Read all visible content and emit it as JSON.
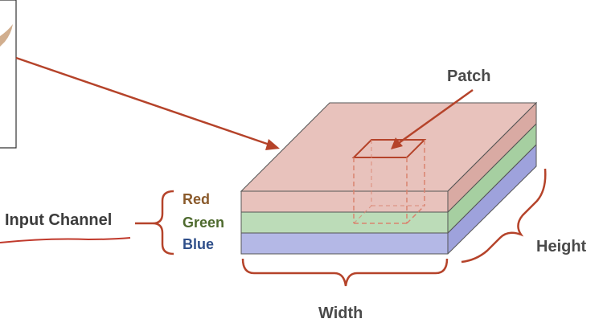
{
  "labels": {
    "input_channel": "Input Channel",
    "red": "Red",
    "green": "Green",
    "blue": "Blue",
    "patch": "Patch",
    "height": "Height",
    "width": "Width"
  },
  "colors": {
    "red_layer": "#e8c2bc",
    "red_side": "#d9aaa3",
    "green_layer": "#bcdcb8",
    "green_side": "#a6cfa1",
    "blue_layer": "#b4b8e6",
    "blue_side": "#9ea2dc",
    "accent": "#b5432a",
    "red_text": "#8a5a2b",
    "green_text": "#4e6a2e",
    "blue_text": "#2f4f8a",
    "text": "#4a4a4a"
  }
}
